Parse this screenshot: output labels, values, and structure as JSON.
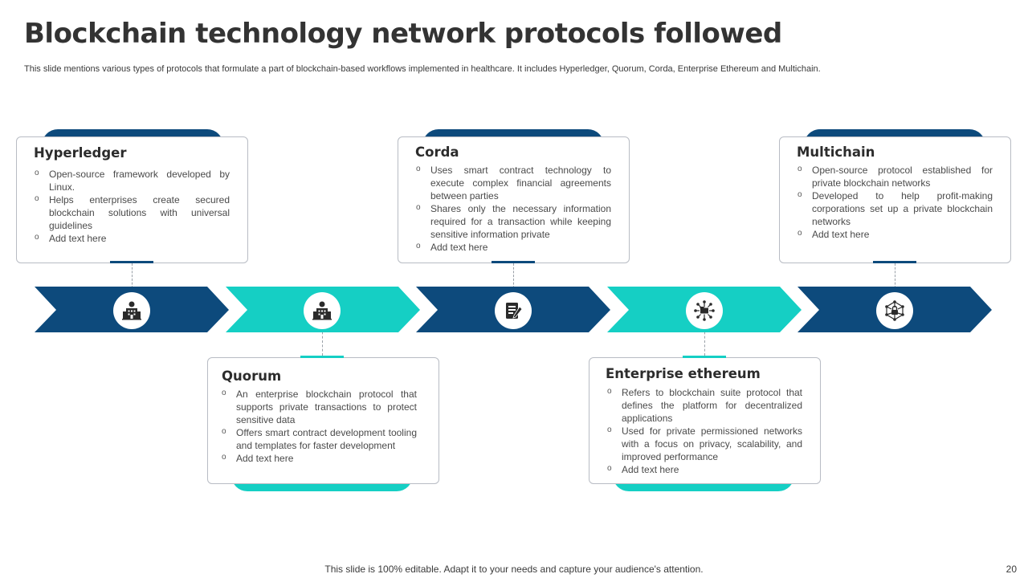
{
  "slide": {
    "title": "Blockchain technology network protocols followed",
    "subtitle": "This slide mentions various types of protocols that formulate a part of blockchain-based workflows implemented in healthcare. It includes Hyperledger, Quorum, Corda, Enterprise Ethereum and Multichain.",
    "footer": "This slide is 100% editable. Adapt it to your needs and capture your audience's attention.",
    "page_number": "20"
  },
  "colors": {
    "dark_blue": "#0d4a7c",
    "teal": "#15cfc4",
    "card_border": "#b8bcc4",
    "title": "#333333"
  },
  "cards": [
    {
      "title": "Hyperledger",
      "bullets": [
        "Open-source framework developed by Linux.",
        "Helps enterprises create secured blockchain solutions with universal guidelines",
        "Add text here"
      ]
    },
    {
      "title": "Quorum",
      "bullets": [
        "An enterprise blockchain protocol that supports private transactions to protect sensitive data",
        "Offers smart contract development tooling and templates for faster development",
        "Add text here"
      ]
    },
    {
      "title": "Corda",
      "bullets": [
        "Uses smart contract technology to execute complex financial agreements between parties",
        "Shares only the necessary information required for a transaction while keeping sensitive information private",
        "Add text here"
      ]
    },
    {
      "title": "Enterprise ethereum",
      "bullets": [
        "Refers to blockchain suite protocol that defines the platform for decentralized applications",
        "Used for private permissioned networks with a focus on privacy, scalability, and improved performance",
        "Add text here"
      ]
    },
    {
      "title": "Multichain",
      "bullets": [
        "Open-source protocol established for private blockchain networks",
        "Developed to help profit-making corporations set up a private blockchain networks",
        "Add text here"
      ]
    }
  ],
  "icons": [
    "bank-building-icon",
    "bank-building-icon",
    "document-edit-icon",
    "folder-network-icon",
    "lock-network-icon"
  ]
}
